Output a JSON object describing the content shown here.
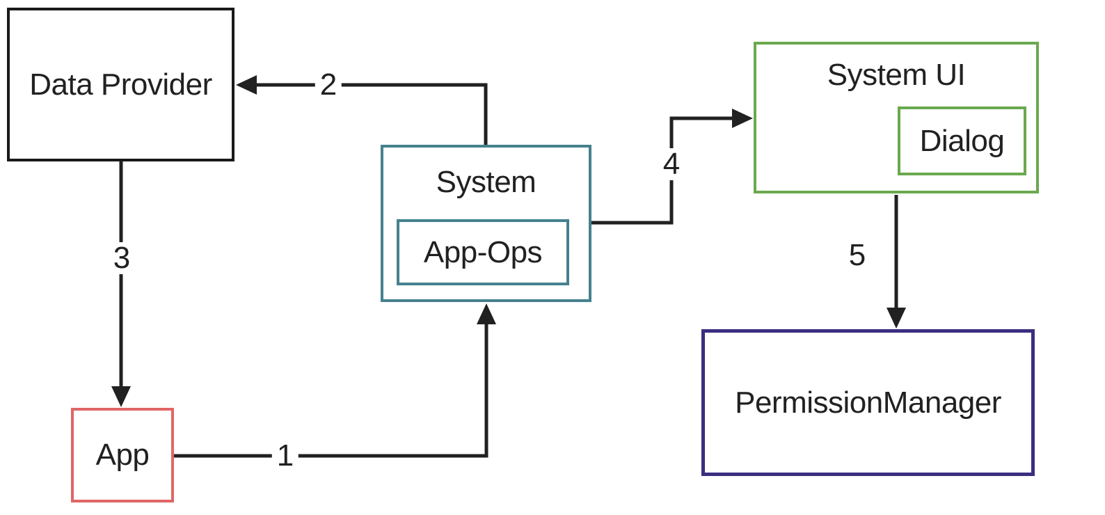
{
  "diagram": {
    "nodes": {
      "data_provider": {
        "label": "Data Provider",
        "border_color": "#1a1a1a"
      },
      "app": {
        "label": "App",
        "border_color": "#e06666"
      },
      "system": {
        "label": "System",
        "border_color": "#45818e"
      },
      "app_ops": {
        "label": "App-Ops",
        "border_color": "#45818e",
        "parent": "system"
      },
      "system_ui": {
        "label": "System UI",
        "border_color": "#6aa84f"
      },
      "dialog": {
        "label": "Dialog",
        "border_color": "#6aa84f",
        "parent": "system_ui"
      },
      "permission_manager": {
        "label": "PermissionManager",
        "border_color": "#3b2e80"
      }
    },
    "edges": [
      {
        "label": "1",
        "from": "App",
        "to": "System"
      },
      {
        "label": "2",
        "from": "System",
        "to": "Data Provider"
      },
      {
        "label": "3",
        "from": "Data Provider",
        "to": "App"
      },
      {
        "label": "4",
        "from": "System",
        "to": "System UI"
      },
      {
        "label": "5",
        "from": "System UI",
        "to": "PermissionManager"
      }
    ],
    "colors": {
      "background": "#ffffff",
      "arrow": "#212121",
      "text": "#212121"
    }
  }
}
